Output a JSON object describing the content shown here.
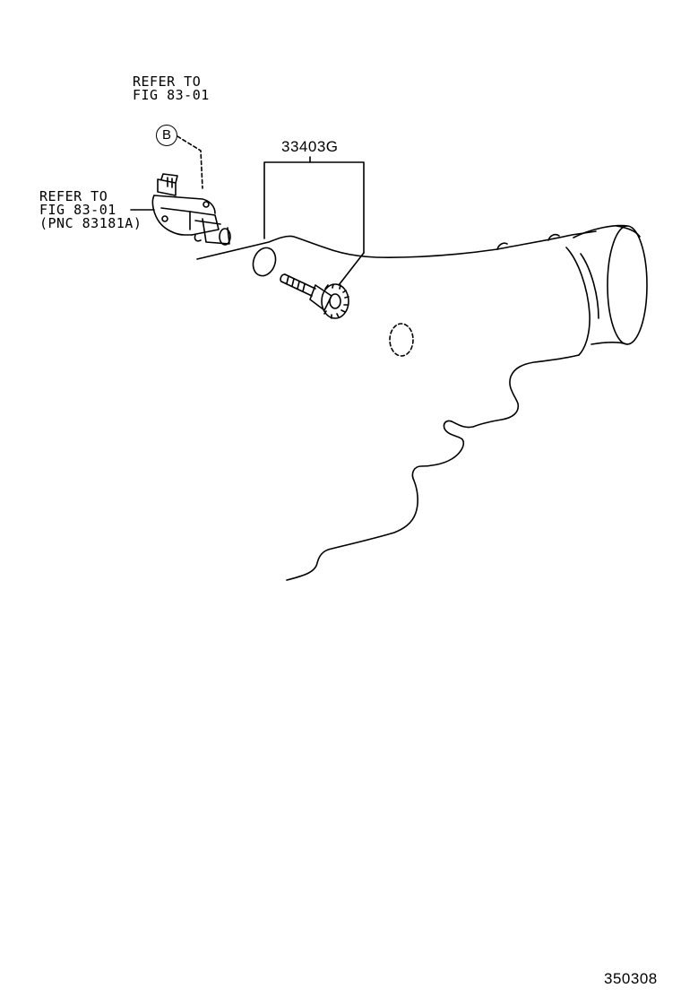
{
  "refs": {
    "top": {
      "line1": "REFER TO",
      "line2": "FIG 83-01"
    },
    "left": {
      "line1": "REFER TO",
      "line2": "FIG 83-01",
      "line3": "(PNC 83181A)"
    },
    "marker": "B"
  },
  "callouts": {
    "part_number": "33403G"
  },
  "figure_id": "350308"
}
